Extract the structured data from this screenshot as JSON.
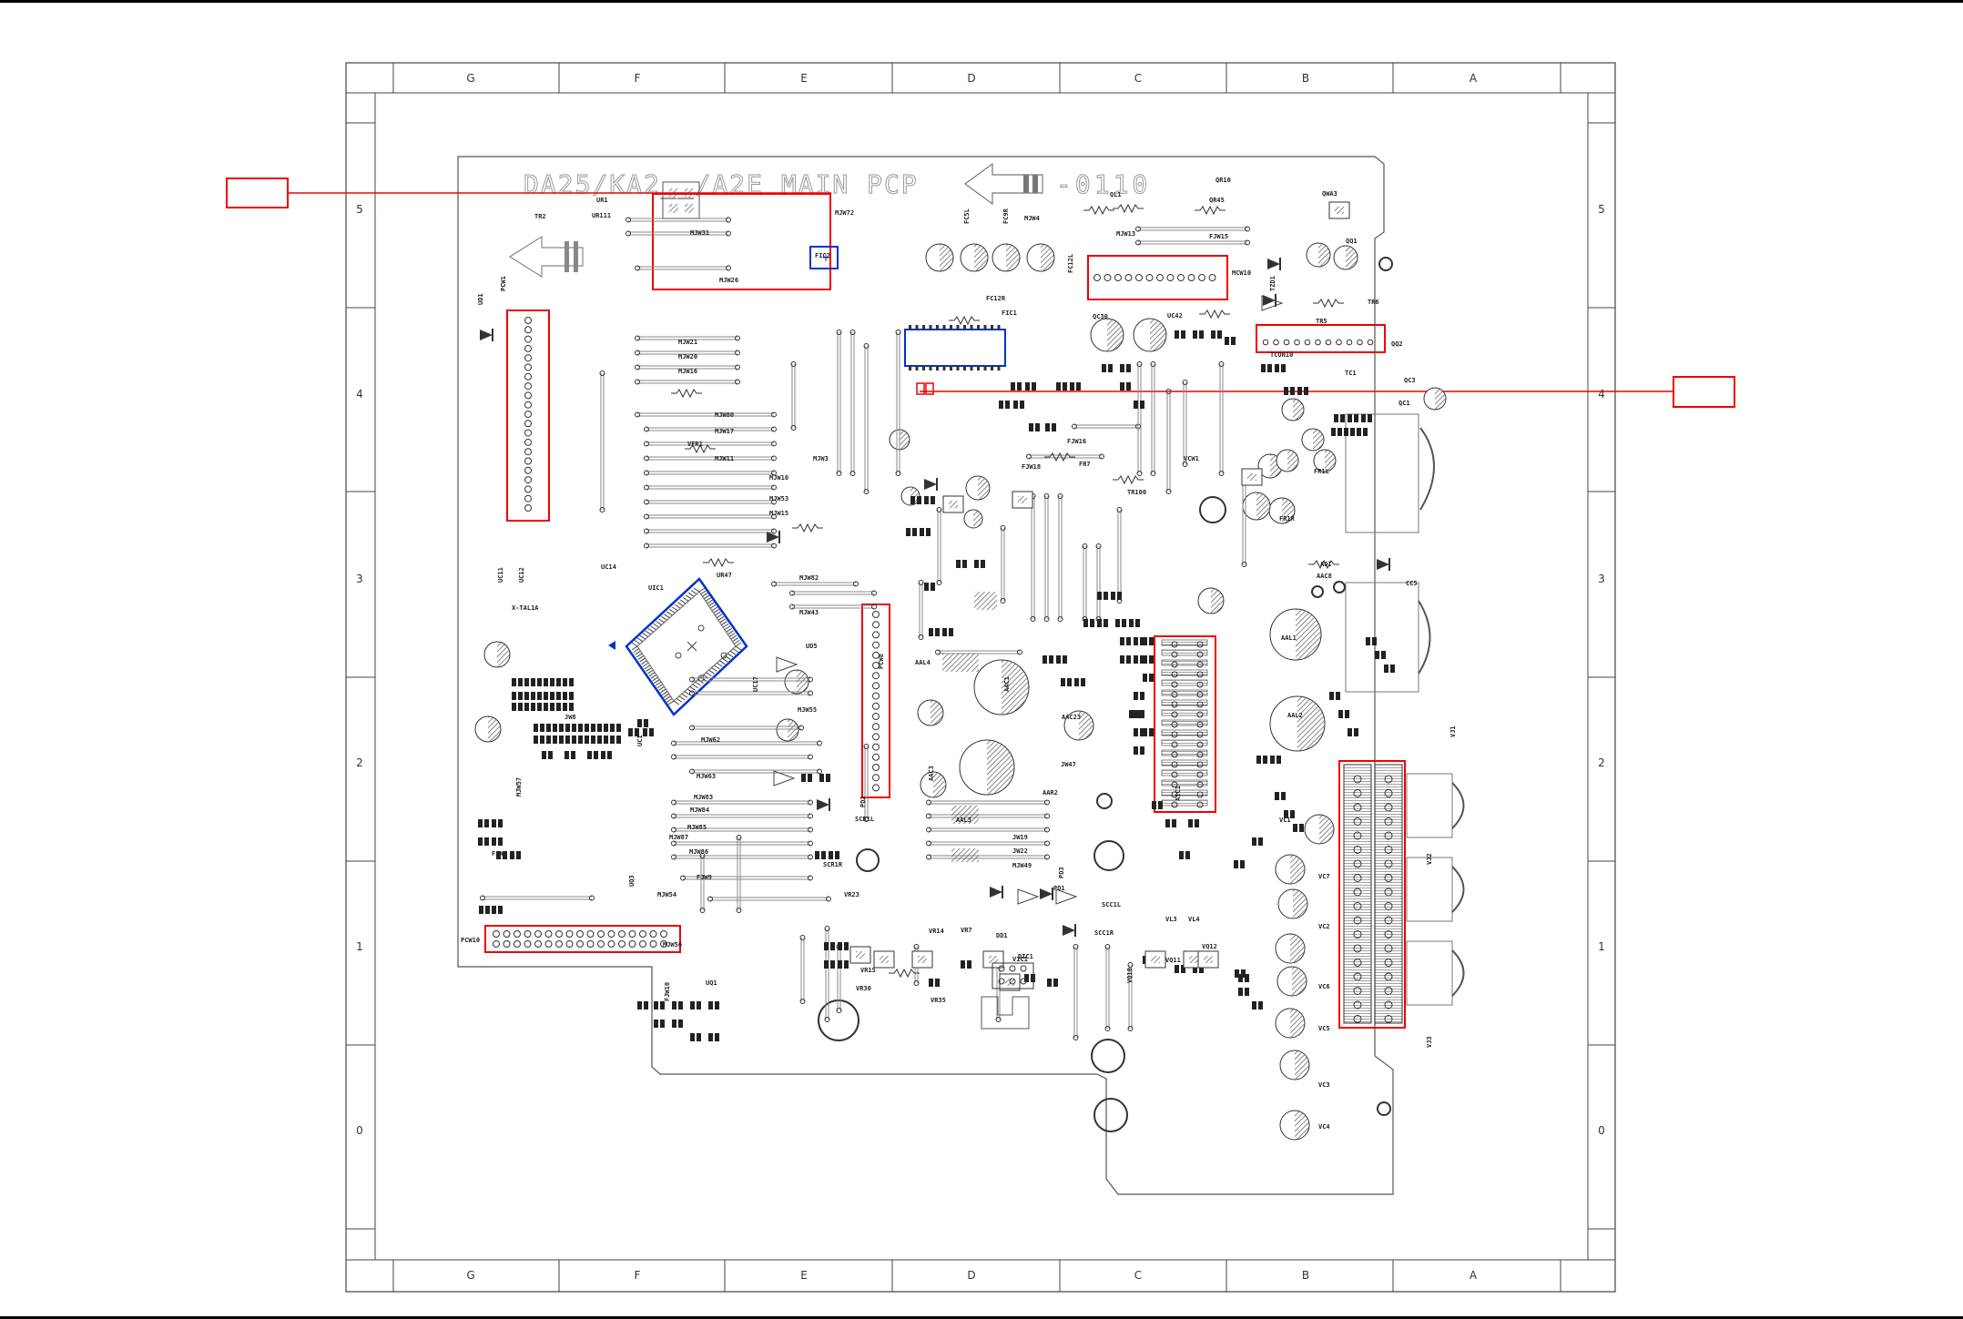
{
  "columns": [
    "G",
    "F",
    "E",
    "D",
    "C",
    "B",
    "A"
  ],
  "rows": [
    "5",
    "4",
    "3",
    "2",
    "1",
    "0"
  ],
  "board": {
    "title": "DA25/KA2__/A2E MAIN PCP",
    "pcb_number": "-0110"
  },
  "components": [
    {
      "id": "c1",
      "label": "PCW1"
    },
    {
      "id": "c2",
      "label": "PCW10"
    },
    {
      "id": "c3",
      "label": "PCW8"
    },
    {
      "id": "c4",
      "label": "MCW10"
    },
    {
      "id": "c5",
      "label": "TCON10"
    },
    {
      "id": "c6",
      "label": "UIC1"
    },
    {
      "id": "c7",
      "label": "FIC2"
    },
    {
      "id": "c8",
      "label": "FIC1"
    },
    {
      "id": "c9",
      "label": "AIC1"
    },
    {
      "id": "c10",
      "label": "UC14"
    },
    {
      "id": "c11",
      "label": "UC11"
    },
    {
      "id": "c12",
      "label": "UC12"
    },
    {
      "id": "c13",
      "label": "X-TAL1A"
    },
    {
      "id": "c14",
      "label": "UR47"
    },
    {
      "id": "c15",
      "label": "UD5"
    },
    {
      "id": "c16",
      "label": "UC17"
    },
    {
      "id": "c17",
      "label": "MJW62"
    },
    {
      "id": "c18",
      "label": "MJW63"
    },
    {
      "id": "c19",
      "label": "MJW55"
    },
    {
      "id": "c20",
      "label": "MJW43"
    },
    {
      "id": "c21",
      "label": "MJW82"
    },
    {
      "id": "c22",
      "label": "MJW21"
    },
    {
      "id": "c23",
      "label": "MJW20"
    },
    {
      "id": "c24",
      "label": "MJW16"
    },
    {
      "id": "c25",
      "label": "MJW80"
    },
    {
      "id": "c26",
      "label": "MJW17"
    },
    {
      "id": "c27",
      "label": "VFR1"
    },
    {
      "id": "c28",
      "label": "MJW11"
    },
    {
      "id": "c29",
      "label": "MJW3"
    },
    {
      "id": "c30",
      "label": "MJW10"
    },
    {
      "id": "c31",
      "label": "MJW53"
    },
    {
      "id": "c32",
      "label": "MJW15"
    },
    {
      "id": "c33",
      "label": "MJW31"
    },
    {
      "id": "c34",
      "label": "MJW26"
    },
    {
      "id": "c35",
      "label": "MJW72"
    },
    {
      "id": "c36",
      "label": "UR1"
    },
    {
      "id": "c37",
      "label": "UR111"
    },
    {
      "id": "c38",
      "label": "TR2"
    },
    {
      "id": "c39",
      "label": "UD1"
    },
    {
      "id": "c40",
      "label": "FC12R"
    },
    {
      "id": "c41",
      "label": "FC5L"
    },
    {
      "id": "c42",
      "label": "FC9R"
    },
    {
      "id": "c43",
      "label": "FC12L"
    },
    {
      "id": "c44",
      "label": "MJW4"
    },
    {
      "id": "c45",
      "label": "QL1"
    },
    {
      "id": "c46",
      "label": "QR10"
    },
    {
      "id": "c47",
      "label": "QR45"
    },
    {
      "id": "c48",
      "label": "MJW13"
    },
    {
      "id": "c49",
      "label": "FJW15"
    },
    {
      "id": "c50",
      "label": "QWA3"
    },
    {
      "id": "c51",
      "label": "QQ1"
    },
    {
      "id": "c52",
      "label": "TR6"
    },
    {
      "id": "c53",
      "label": "QQ2"
    },
    {
      "id": "c54",
      "label": "QC1"
    },
    {
      "id": "c55",
      "label": "UC42"
    },
    {
      "id": "c56",
      "label": "QC30"
    },
    {
      "id": "c57",
      "label": "TC1"
    },
    {
      "id": "c58",
      "label": "FJW16"
    },
    {
      "id": "c59",
      "label": "FJW18"
    },
    {
      "id": "c60",
      "label": "FR7"
    },
    {
      "id": "c61",
      "label": "TR100"
    },
    {
      "id": "c62",
      "label": "VCW1"
    },
    {
      "id": "c63",
      "label": "FR1R"
    },
    {
      "id": "c64",
      "label": "FR1L"
    },
    {
      "id": "c65",
      "label": "ADI"
    },
    {
      "id": "c66",
      "label": "AAC8"
    },
    {
      "id": "c67",
      "label": "AAL1"
    },
    {
      "id": "c68",
      "label": "AAL2"
    },
    {
      "id": "c69",
      "label": "AAL3"
    },
    {
      "id": "c70",
      "label": "AAL4"
    },
    {
      "id": "c71",
      "label": "AAC1"
    },
    {
      "id": "c72",
      "label": "AAC3"
    },
    {
      "id": "c73",
      "label": "AAC23"
    },
    {
      "id": "c74",
      "label": "AAR2"
    },
    {
      "id": "c75",
      "label": "JW47"
    },
    {
      "id": "c76",
      "label": "JW19"
    },
    {
      "id": "c77",
      "label": "JW22"
    },
    {
      "id": "c78",
      "label": "MJW49"
    },
    {
      "id": "c79",
      "label": "VC1"
    },
    {
      "id": "c80",
      "label": "VC2"
    },
    {
      "id": "c81",
      "label": "VC3"
    },
    {
      "id": "c82",
      "label": "VC4"
    },
    {
      "id": "c83",
      "label": "VC5"
    },
    {
      "id": "c84",
      "label": "VC6"
    },
    {
      "id": "c85",
      "label": "VC7"
    },
    {
      "id": "c86",
      "label": "VJ1"
    },
    {
      "id": "c87",
      "label": "VJ2"
    },
    {
      "id": "c88",
      "label": "VJ3"
    },
    {
      "id": "c89",
      "label": "VIC1"
    },
    {
      "id": "c90",
      "label": "DIC1"
    },
    {
      "id": "c91",
      "label": "DD1"
    },
    {
      "id": "c92",
      "label": "PD1"
    },
    {
      "id": "c93",
      "label": "PD2"
    },
    {
      "id": "c94",
      "label": "PD3"
    },
    {
      "id": "c95",
      "label": "SCR1L"
    },
    {
      "id": "c96",
      "label": "SCR1R"
    },
    {
      "id": "c97",
      "label": "SCC1L"
    },
    {
      "id": "c98",
      "label": "SCC1R"
    },
    {
      "id": "c99",
      "label": "FJW8"
    },
    {
      "id": "c100",
      "label": "FJW9"
    },
    {
      "id": "c101",
      "label": "FJW10"
    },
    {
      "id": "c102",
      "label": "VR30"
    },
    {
      "id": "c103",
      "label": "VR35"
    },
    {
      "id": "c104",
      "label": "VR23"
    },
    {
      "id": "c105",
      "label": "VR15"
    },
    {
      "id": "c106",
      "label": "VR14"
    },
    {
      "id": "c107",
      "label": "VR7"
    },
    {
      "id": "c108",
      "label": "VQ10"
    },
    {
      "id": "c109",
      "label": "VQ11"
    },
    {
      "id": "c110",
      "label": "VQ12"
    },
    {
      "id": "c111",
      "label": "UQ1"
    },
    {
      "id": "c112",
      "label": "MJW54"
    },
    {
      "id": "c113",
      "label": "MJW56"
    },
    {
      "id": "c114",
      "label": "MJW57"
    },
    {
      "id": "c115",
      "label": "JW8"
    },
    {
      "id": "c116",
      "label": "MJW83"
    },
    {
      "id": "c117",
      "label": "MJW84"
    },
    {
      "id": "c118",
      "label": "MJW85"
    },
    {
      "id": "c119",
      "label": "MJW87"
    },
    {
      "id": "c120",
      "label": "MJW86"
    },
    {
      "id": "c121",
      "label": "UC1"
    },
    {
      "id": "c122",
      "label": "UQ3"
    },
    {
      "id": "c123",
      "label": "VL4"
    },
    {
      "id": "c124",
      "label": "VL3"
    },
    {
      "id": "c125",
      "label": "CC5"
    },
    {
      "id": "c126",
      "label": "TZD1"
    },
    {
      "id": "c127",
      "label": "QC3"
    },
    {
      "id": "c128",
      "label": "TR5"
    }
  ]
}
